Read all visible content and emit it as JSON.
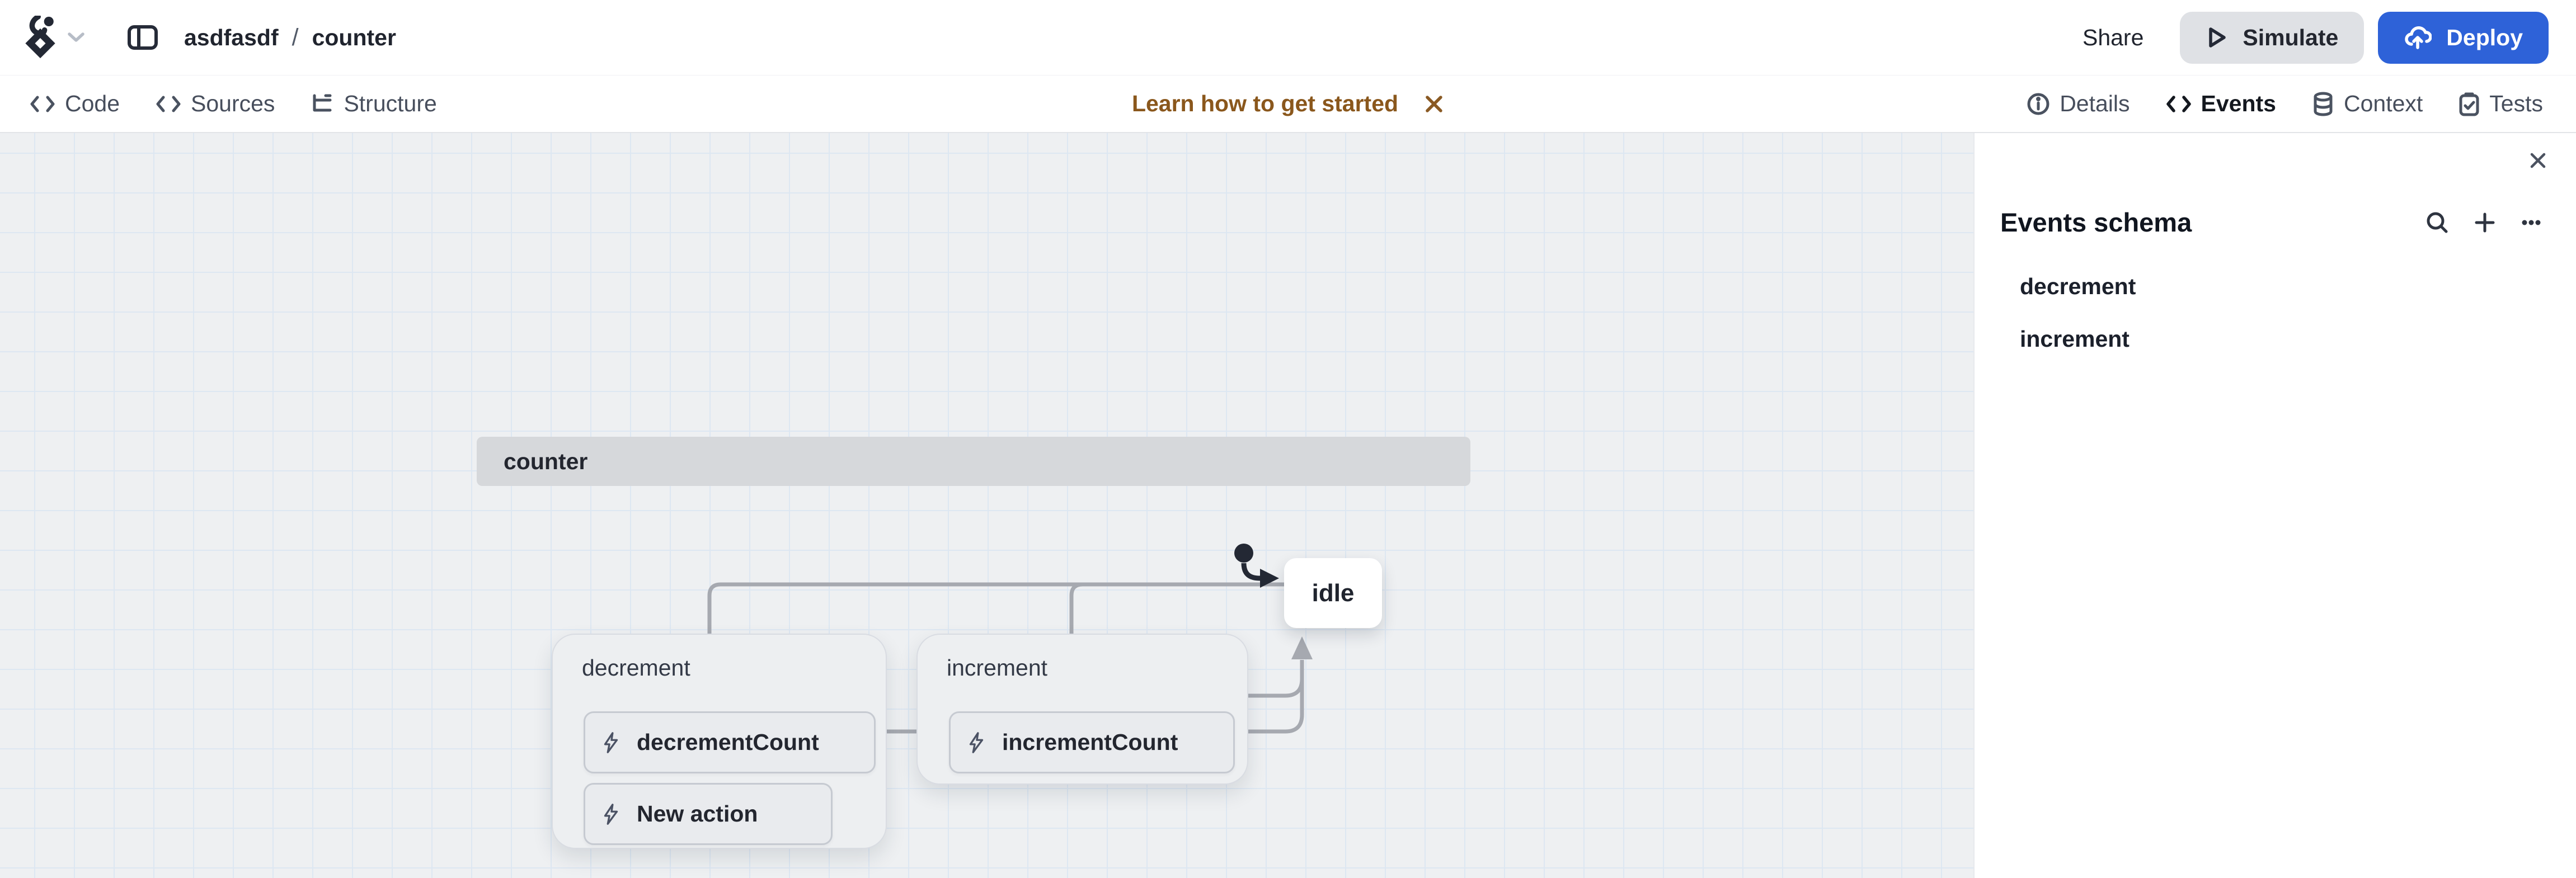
{
  "header": {
    "breadcrumb": {
      "project": "asdfasdf",
      "separator": "/",
      "machine": "counter"
    },
    "share_label": "Share",
    "simulate_label": "Simulate",
    "deploy_label": "Deploy",
    "logo_icon": "stately-logo-icon",
    "colors": {
      "deploy_bg": "#2e62d8",
      "simulate_bg": "#dfe1e5"
    }
  },
  "toolbar": {
    "left_tabs": [
      {
        "label": "Code",
        "icon": "code-icon"
      },
      {
        "label": "Sources",
        "icon": "code-icon"
      },
      {
        "label": "Structure",
        "icon": "tree-icon"
      }
    ],
    "banner": {
      "label": "Learn how to get started",
      "close_icon": "close-icon",
      "text_color": "#8a571c"
    },
    "right_tabs": [
      {
        "label": "Details",
        "icon": "info-icon",
        "active": false
      },
      {
        "label": "Events",
        "icon": "code-icon",
        "active": true
      },
      {
        "label": "Context",
        "icon": "database-icon",
        "active": false
      },
      {
        "label": "Tests",
        "icon": "clipboard-check-icon",
        "active": false
      }
    ]
  },
  "canvas": {
    "machine_name": "counter",
    "states": [
      {
        "name": "idle",
        "initial": true
      }
    ],
    "events": [
      {
        "name": "decrement",
        "actions": [
          "decrementCount",
          "New action"
        ]
      },
      {
        "name": "increment",
        "actions": [
          "incrementCount"
        ]
      }
    ],
    "action_icon": "lightning-icon",
    "colors": {
      "background": "#eef0f2",
      "grid_line": "#dde7f2",
      "machine_header_bg": "#d6d8db",
      "edge": "#a6a9b0",
      "initial_marker": "#232834",
      "state_bg": "#ffffff",
      "event_block_bg": "#edeff1",
      "action_bg": "#e9ebee"
    }
  },
  "panel": {
    "title": "Events schema",
    "icons": [
      "search-icon",
      "plus-icon",
      "ellipsis-icon"
    ],
    "close_icon": "close-icon",
    "items": [
      {
        "label": "decrement"
      },
      {
        "label": "increment"
      }
    ]
  }
}
